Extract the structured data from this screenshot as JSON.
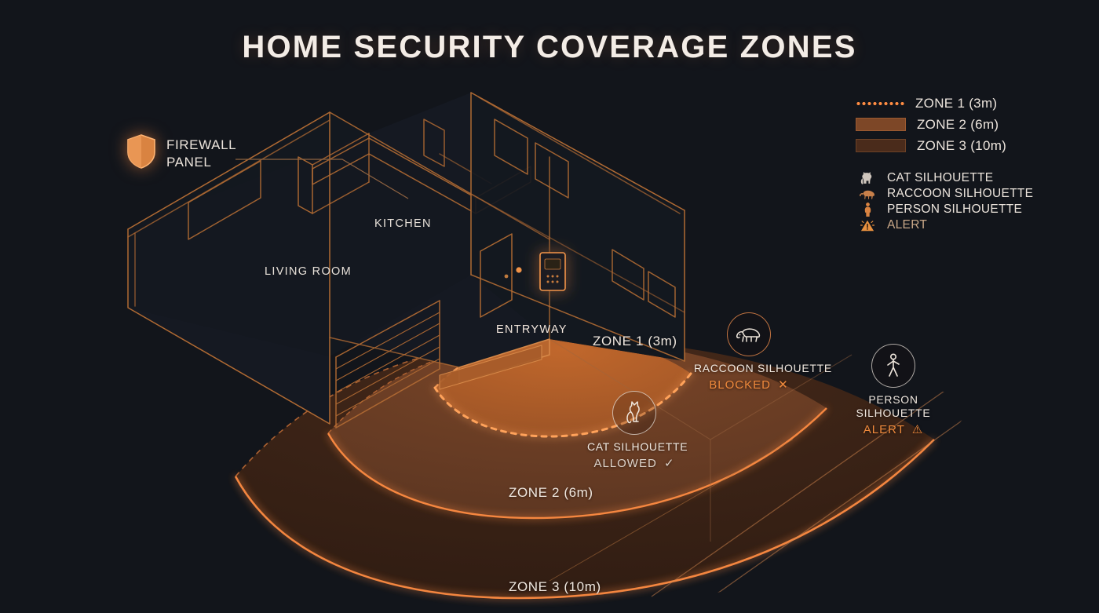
{
  "page": {
    "title": "HOME SECURITY COVERAGE ZONES",
    "background_color": "#12151b",
    "accent_color": "#ff8c42"
  },
  "legend": {
    "zones": [
      {
        "label": "ZONE 1 (3m)",
        "swatch": "dotted-line",
        "color": "#ff8c42"
      },
      {
        "label": "ZONE 2 (6m)",
        "swatch": "filled-bar",
        "color": "#7d4727"
      },
      {
        "label": "ZONE 3 (10m)",
        "swatch": "filled-bar",
        "color": "#4a2b1b"
      }
    ],
    "icons": [
      {
        "label": "CAT SILHOUETTE",
        "icon": "cat-icon",
        "color": "#ece4dc"
      },
      {
        "label": "RACCOON SILHOUETTE",
        "icon": "raccoon-icon",
        "color": "#ece4dc"
      },
      {
        "label": "PERSON SILHOUETTE",
        "icon": "person-icon",
        "color": "#ece4dc"
      },
      {
        "label": "ALERT",
        "icon": "alert-icon",
        "color": "#c9a888"
      }
    ]
  },
  "callout": {
    "firewall": {
      "line1": "FIREWALL",
      "line2": "PANEL",
      "icon": "shield-icon"
    }
  },
  "floorplan": {
    "rooms": [
      {
        "label": "KITCHEN"
      },
      {
        "label": "LIVING ROOM"
      },
      {
        "label": "ENTRYWAY"
      }
    ]
  },
  "zone_labels": [
    {
      "label": "ZONE 1 (3m)"
    },
    {
      "label": "ZONE 2 (6m)"
    },
    {
      "label": "ZONE 3 (10m)"
    }
  ],
  "subjects": [
    {
      "name": "RACCOON SILHOUETTE",
      "icon": "raccoon-icon",
      "status": "BLOCKED",
      "status_glyph": "✕",
      "status_kind": "blocked"
    },
    {
      "name": "CAT SILHOUETTE",
      "icon": "cat-icon",
      "status": "ALLOWED",
      "status_glyph": "✓",
      "status_kind": "allowed"
    },
    {
      "name_line1": "PERSON",
      "name_line2": "SILHOUETTE",
      "icon": "person-icon",
      "status": "ALERT",
      "status_glyph": "⚠",
      "status_kind": "alert"
    }
  ],
  "chart_data": {
    "type": "diagram",
    "title": "HOME SECURITY COVERAGE ZONES",
    "description": "Isometric floor plan with three concentric radial sensor coverage zones radiating from the entryway.",
    "zones": [
      {
        "name": "ZONE 1",
        "radius_m": 3,
        "fill": "#a85a28",
        "boundary": "dotted",
        "boundary_color": "#ff8c42"
      },
      {
        "name": "ZONE 2",
        "radius_m": 6,
        "fill": "#6d4028",
        "boundary": "solid",
        "boundary_color": "#ff8c42"
      },
      {
        "name": "ZONE 3",
        "radius_m": 10,
        "fill": "#3e2417",
        "boundary": "solid",
        "boundary_color": "#ff8c42"
      }
    ],
    "detections": [
      {
        "subject": "CAT SILHOUETTE",
        "zone": "ZONE 2",
        "result": "ALLOWED"
      },
      {
        "subject": "RACCOON SILHOUETTE",
        "zone": "ZONE 2",
        "result": "BLOCKED"
      },
      {
        "subject": "PERSON SILHOUETTE",
        "zone": "ZONE 3",
        "result": "ALERT"
      }
    ],
    "rooms": [
      "KITCHEN",
      "LIVING ROOM",
      "ENTRYWAY"
    ],
    "devices": [
      "FIREWALL PANEL"
    ]
  }
}
